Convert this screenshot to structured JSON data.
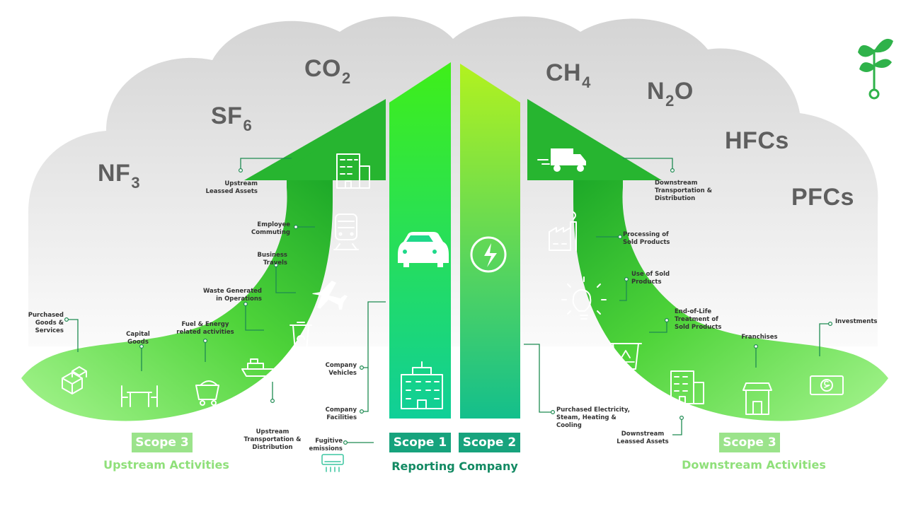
{
  "gases": [
    {
      "base": "NF",
      "sub": "3"
    },
    {
      "base": "SF",
      "sub": "6"
    },
    {
      "base": "CO",
      "sub": "2"
    },
    {
      "base": "CH",
      "sub": "4"
    },
    {
      "base": "N",
      "sub": "2",
      "tail": "O"
    },
    {
      "base": "HFCs",
      "sub": ""
    },
    {
      "base": "PFCs",
      "sub": ""
    }
  ],
  "upstream": {
    "labels": {
      "purchased_goods": "Purchased\nGoods & Services",
      "capital_goods": "Capital\nGoods",
      "fuel_energy": "Fuel & Energy\nrelated activities",
      "waste": "Waste Generated\nin Operations",
      "business_travels": "Business\nTravels",
      "employee_commuting": "Employee\nCommuting",
      "upstream_leased": "Upstream\nLeassed Assets",
      "upstream_transport": "Upstream\nTransportation &\nDistribution"
    },
    "scope_label": "Scope 3",
    "section_title": "Upstream Activities"
  },
  "reporting": {
    "labels": {
      "company_vehicles": "Company\nVehicles",
      "company_facilities": "Company\nFacilities",
      "fugitive": "Fugitive\nemissions",
      "purchased_electricity": "Purchased Electricity,\nSteam, Heating &\nCooling"
    },
    "scope1_label": "Scope 1",
    "scope2_label": "Scope 2",
    "section_title": "Reporting Company"
  },
  "downstream": {
    "labels": {
      "downstream_transport": "Downstream\nTransportation &\nDistribution",
      "processing": "Processing of\nSold Products",
      "use_of_sold": "Use of Sold\nProducts",
      "end_of_life": "End-of-Life\nTreatment of\nSold Products",
      "franchises": "Franchises",
      "investments": "Investments",
      "downstream_leased": "Downstream\nLeassed Assets"
    },
    "scope_label": "Scope 3",
    "section_title": "Downstream Activities"
  },
  "colors": {
    "cloud": "#e3e3e3",
    "arrow_green_dark": "#1faa2a",
    "arrow_green_light": "#8ef07a",
    "scope1_top": "#27e23a",
    "scope1_bottom": "#0fcf93",
    "scope2_top": "#9ef22b",
    "scope2_bottom": "#14c08a",
    "scope3_box": "#9be38b",
    "scope12_box": "#17a37d",
    "upstream_title": "#8fe07a",
    "reporting_title": "#138a63",
    "downstream_title": "#8fe07a",
    "gas_text": "#5f5f5f",
    "logo_green": "#2fb24a"
  }
}
